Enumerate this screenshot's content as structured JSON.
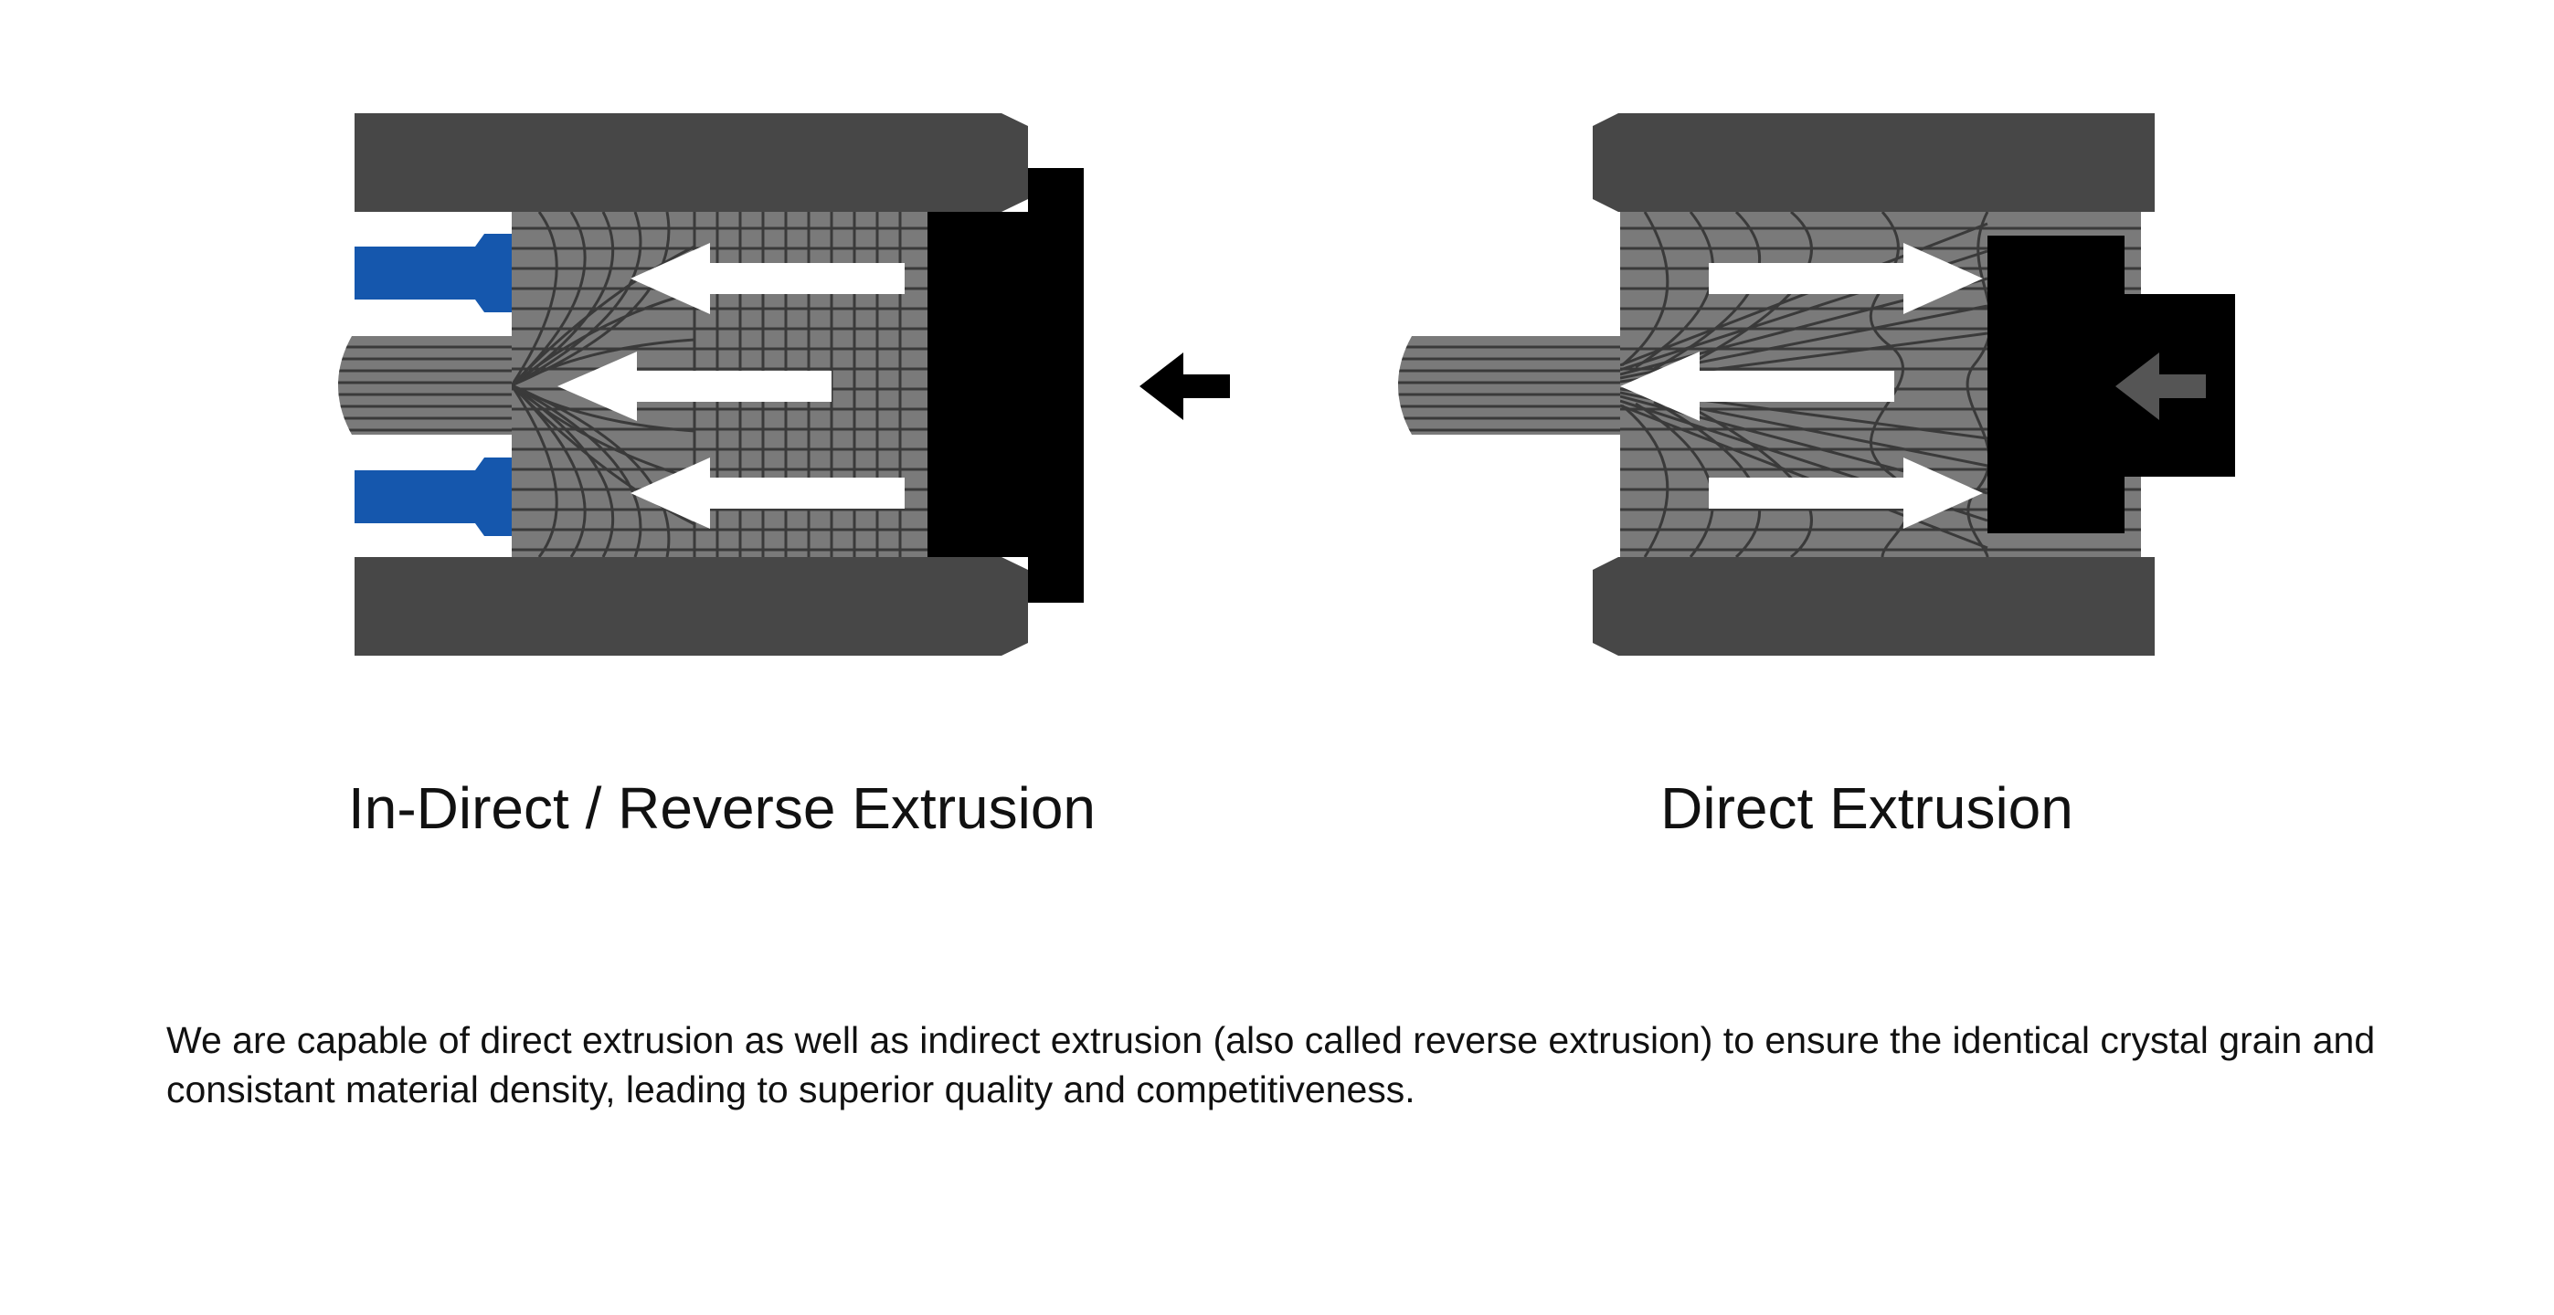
{
  "diagrams": {
    "indirect": {
      "title": "In-Direct / Reverse Extrusion"
    },
    "direct": {
      "title": "Direct Extrusion"
    }
  },
  "description": "We are capable of direct extrusion as well as indirect extrusion (also called reverse extrusion) to ensure the identical crystal grain and consistant material density, leading to superior quality and competitiveness.",
  "colors": {
    "container": "#474747",
    "billet": "#7a7a7a",
    "grid_lines": "#3a3a3a",
    "ram": "#000000",
    "die": "#1557ad",
    "flow_arrows": "#ffffff",
    "push_arrow": "#000000",
    "push_arrow_direct": "#555555"
  },
  "icons": {
    "push_arrow_indirect": "arrow-left-icon",
    "push_arrow_direct": "arrow-left-icon",
    "flow_arrows_indirect": "arrow-left-icon",
    "flow_arrows_direct": "arrow-right-icon"
  }
}
